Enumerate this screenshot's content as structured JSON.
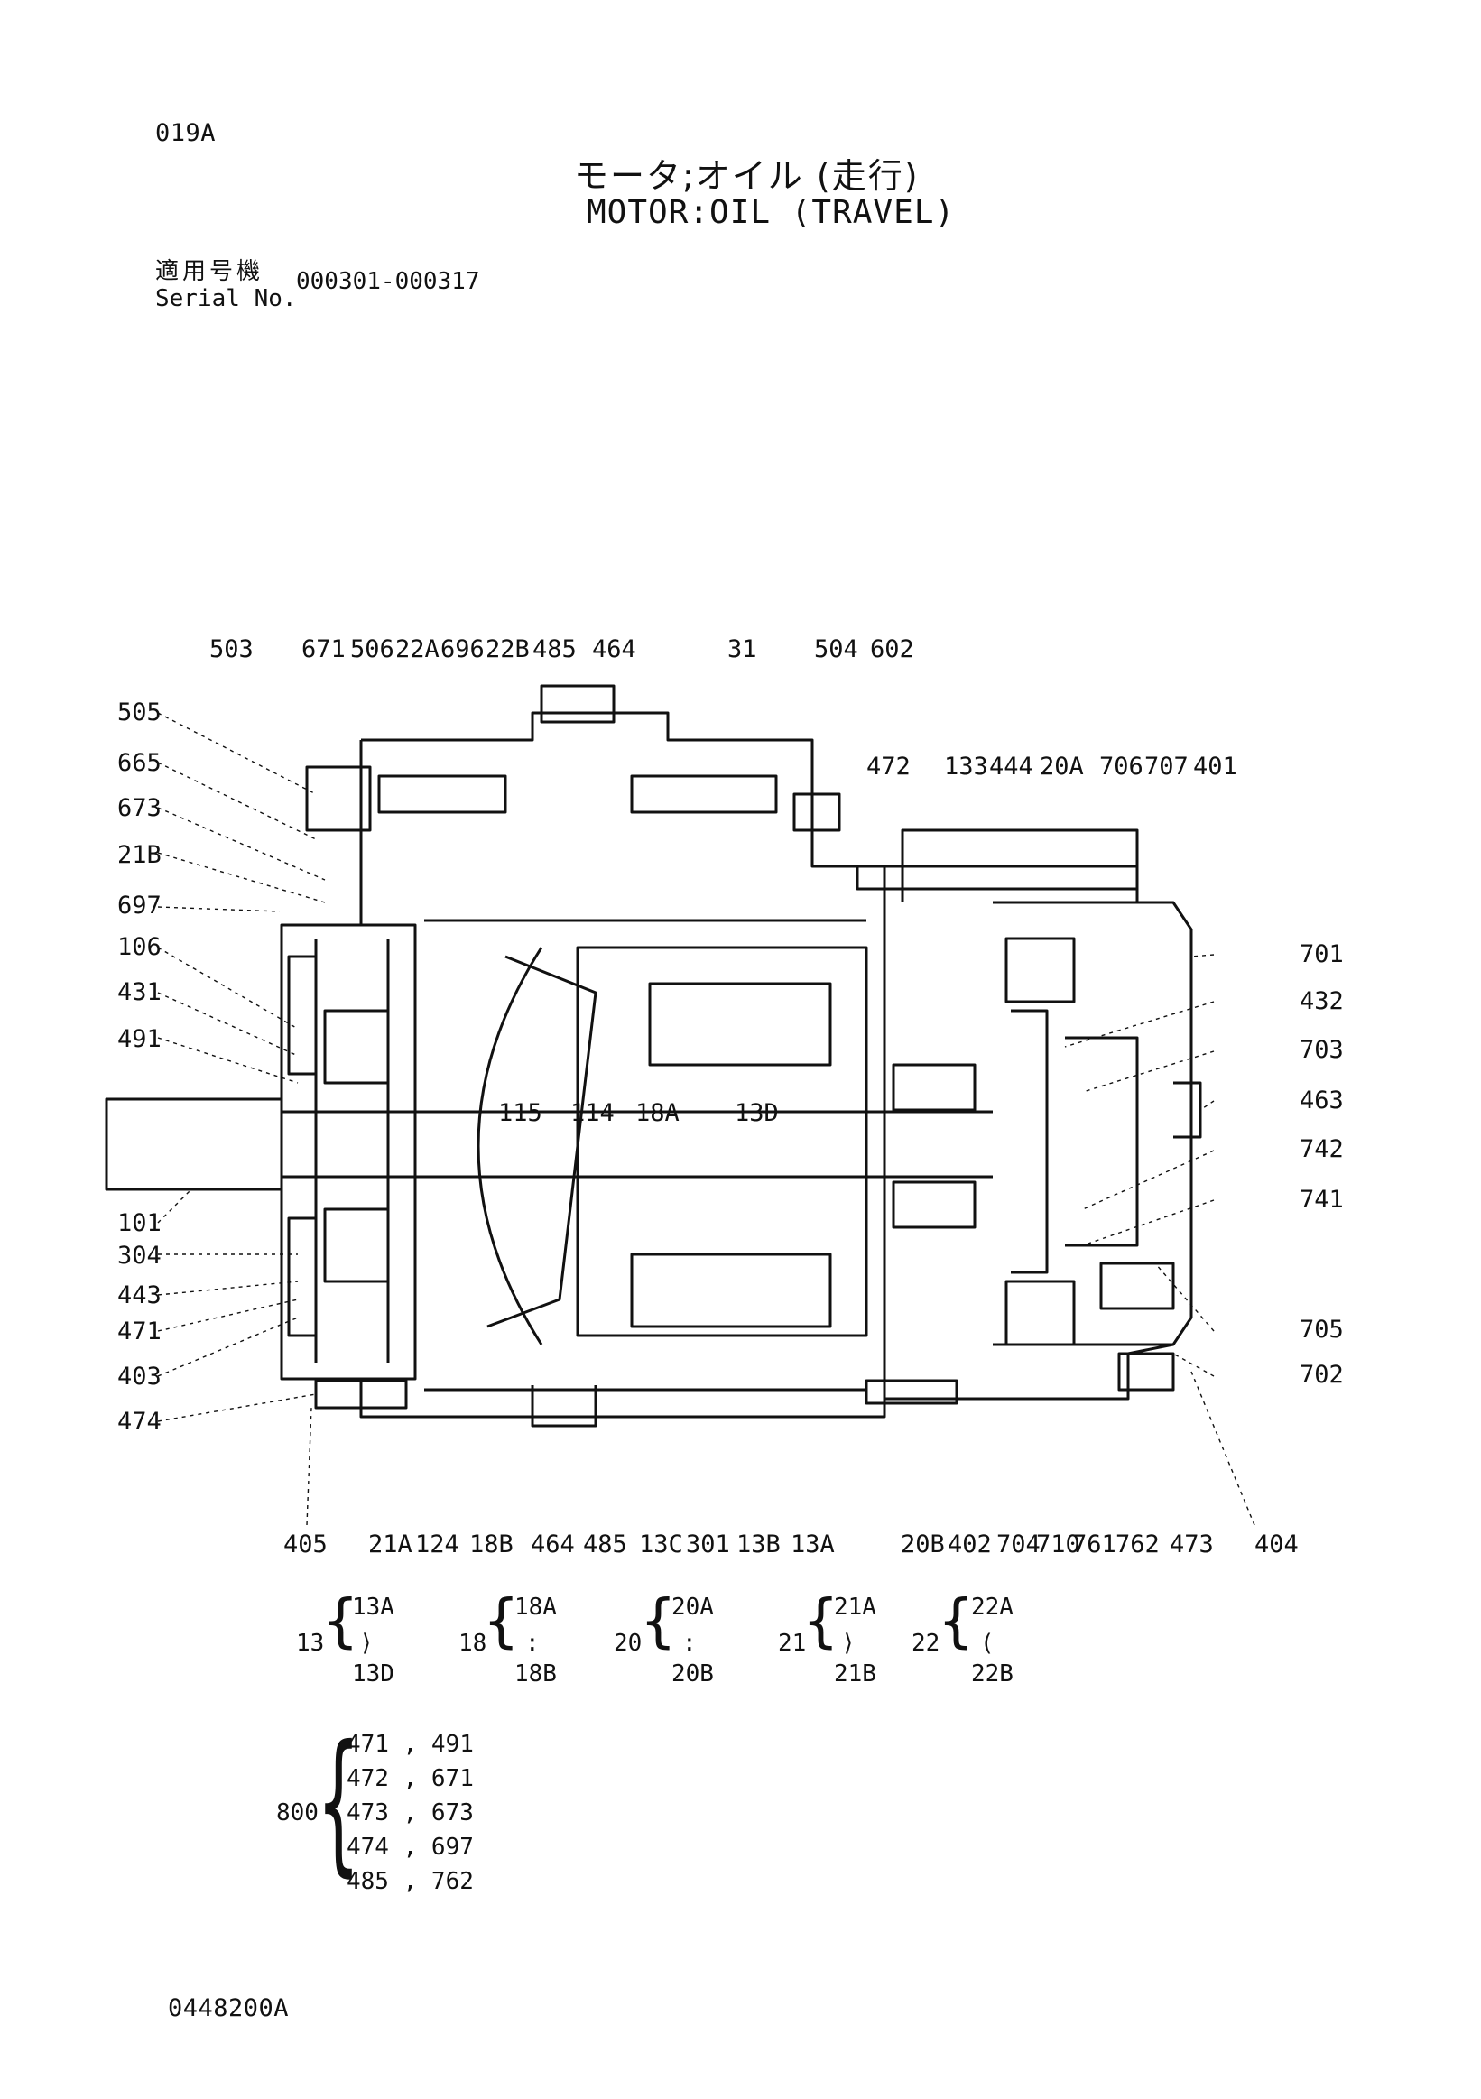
{
  "page_code": "019A",
  "title_jp": "モータ;オイル (走行)",
  "title_en": "MOTOR:OIL (TRAVEL)",
  "serial_label_jp": "適用号機",
  "serial_label_en": "Serial No.",
  "serial_range": "000301-000317",
  "doc_number": "0448200A",
  "labels": {
    "top": [
      "503",
      "671",
      "506",
      "22A",
      "696",
      "22B",
      "485",
      "464",
      "31",
      "504",
      "602"
    ],
    "top2": [
      "472",
      "133",
      "444",
      "20A",
      "706",
      "707",
      "401"
    ],
    "left": [
      "505",
      "665",
      "673",
      "21B",
      "697",
      "106",
      "431",
      "491",
      "101",
      "304",
      "443",
      "471",
      "403",
      "474"
    ],
    "right": [
      "701",
      "432",
      "703",
      "463",
      "742",
      "741",
      "705",
      "702"
    ],
    "bottom": [
      "405",
      "21A",
      "124",
      "18B",
      "464",
      "485",
      "13C",
      "301",
      "13B",
      "13A",
      "20B",
      "402",
      "704",
      "710",
      "761",
      "762",
      "473",
      "404"
    ],
    "inner": [
      "115",
      "114",
      "18A",
      "13D"
    ]
  },
  "groups": [
    {
      "id": "13",
      "from": "13A",
      "to": "13D",
      "sep": "⟩"
    },
    {
      "id": "18",
      "from": "18A",
      "to": "18B",
      "sep": ":"
    },
    {
      "id": "20",
      "from": "20A",
      "to": "20B",
      "sep": ":"
    },
    {
      "id": "21",
      "from": "21A",
      "to": "21B",
      "sep": "⟩"
    },
    {
      "id": "22",
      "from": "22A",
      "to": "22B",
      "sep": "("
    }
  ],
  "kit": {
    "id": "800",
    "pairs": [
      "471 , 491",
      "472 , 671",
      "473 , 673",
      "474 , 697",
      "485 , 762"
    ]
  }
}
